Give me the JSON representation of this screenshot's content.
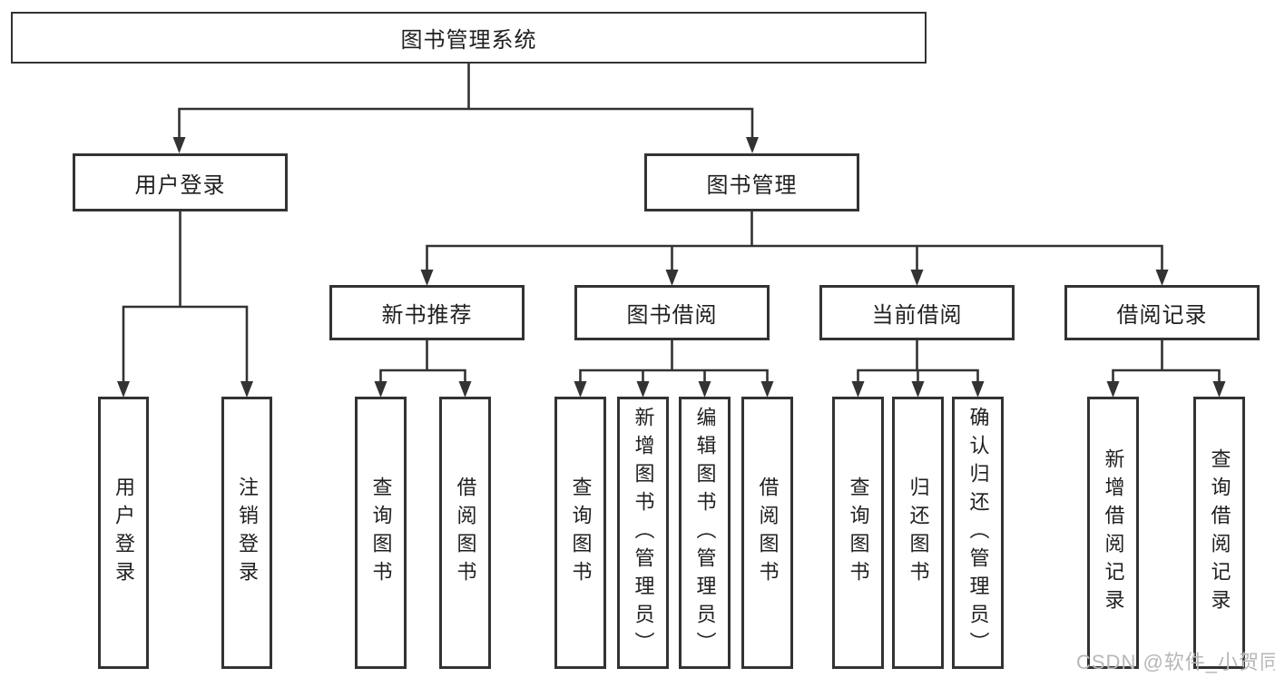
{
  "tree": {
    "label": "图书管理系统",
    "children": [
      {
        "label": "用户登录",
        "children": [
          {
            "label": "用户登录"
          },
          {
            "label": "注销登录"
          }
        ]
      },
      {
        "label": "图书管理",
        "children": [
          {
            "label": "新书推荐",
            "children": [
              {
                "label": "查询图书"
              },
              {
                "label": "借阅图书"
              }
            ]
          },
          {
            "label": "图书借阅",
            "children": [
              {
                "label": "查询图书"
              },
              {
                "label": "新增图书（管理员）"
              },
              {
                "label": "编辑图书（管理员）"
              },
              {
                "label": "借阅图书"
              }
            ]
          },
          {
            "label": "当前借阅",
            "children": [
              {
                "label": "查询图书"
              },
              {
                "label": "归还图书"
              },
              {
                "label": "确认归还（管理员）"
              }
            ]
          },
          {
            "label": "借阅记录",
            "children": [
              {
                "label": "新增借阅记录"
              },
              {
                "label": "查询借阅记录"
              }
            ]
          }
        ]
      }
    ]
  },
  "watermark": {
    "text": "CSDN @软件_小贺同学"
  },
  "colors": {
    "line": "#333333",
    "text": "#1f1f1f",
    "box_fill": "#ffffff",
    "watermark": "#b9b6b6"
  }
}
